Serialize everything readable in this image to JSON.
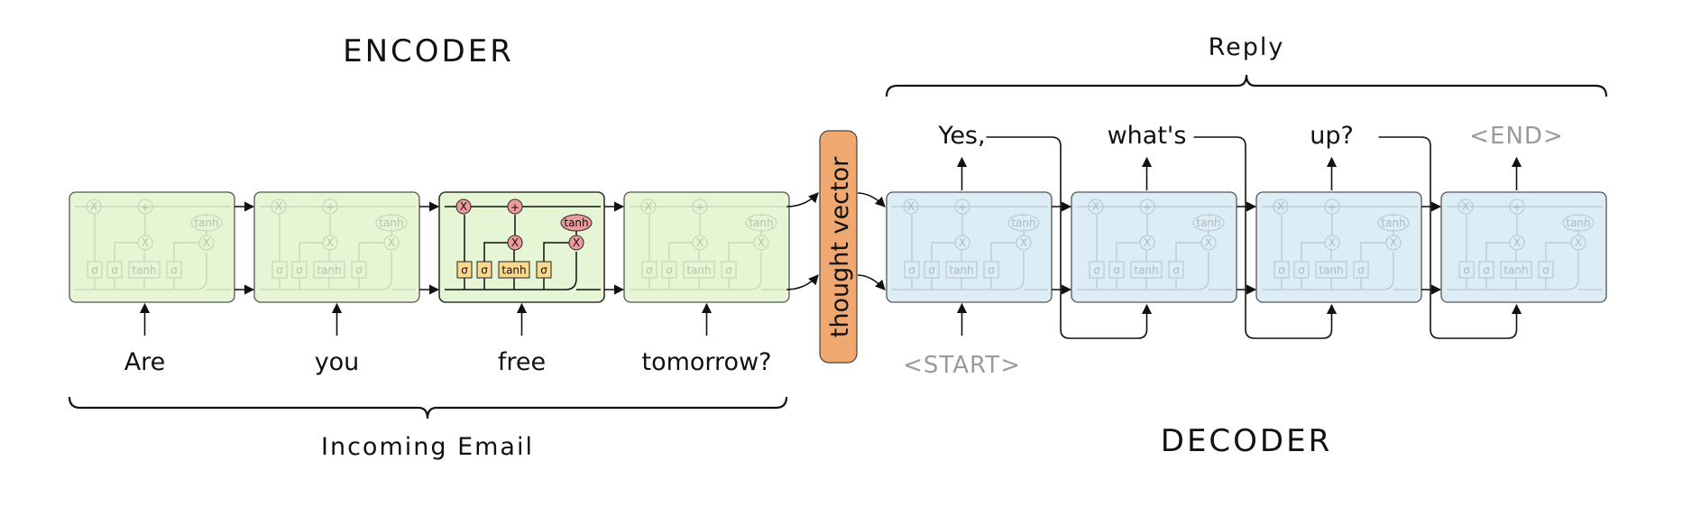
{
  "encoder": {
    "title": "ENCODER",
    "caption": "Incoming Email",
    "words": [
      "Are",
      "you",
      "free",
      "tomorrow?"
    ],
    "active_cell": 2,
    "color": "#e6f5d3"
  },
  "decoder": {
    "title": "DECODER",
    "caption": "Reply",
    "outputs": [
      "Yes,",
      "what's",
      "up?"
    ],
    "end_token": "<END>",
    "start_token": "<START>",
    "color": "#dcedf6"
  },
  "thought_vector": {
    "label": "thought vector",
    "color": "#f0a871"
  },
  "cell": {
    "gates": [
      "σ",
      "σ",
      "tanh",
      "σ"
    ],
    "multiply": "X",
    "add": "+",
    "tanh": "tanh"
  }
}
